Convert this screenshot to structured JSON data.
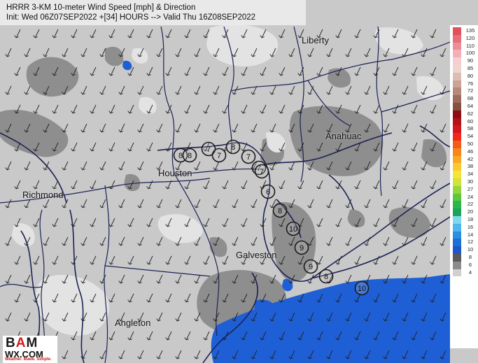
{
  "header": {
    "title_line1": "HRRR 3-KM 10-meter Wind Speed [mph] & Direction",
    "title_line2": "Init: Wed 06Z07SEP2022 +[34] HOURS --> Valid Thu 16Z08SEP2022"
  },
  "cities": [
    {
      "key": "liberty",
      "label": "Liberty"
    },
    {
      "key": "anahuac",
      "label": "Anahuac"
    },
    {
      "key": "houston",
      "label": "Houston"
    },
    {
      "key": "richmond",
      "label": "Richmond"
    },
    {
      "key": "galveston",
      "label": "Galveston"
    },
    {
      "key": "angleton",
      "label": "Angleton"
    }
  ],
  "legend": {
    "items": [
      {
        "value": "135",
        "color": "#e0515a"
      },
      {
        "value": "120",
        "color": "#e6707a"
      },
      {
        "value": "110",
        "color": "#ec8e97"
      },
      {
        "value": "100",
        "color": "#f2b0b6"
      },
      {
        "value": "90",
        "color": "#f6cdd0"
      },
      {
        "value": "85",
        "color": "#eed5d0"
      },
      {
        "value": "80",
        "color": "#dcbdb4"
      },
      {
        "value": "76",
        "color": "#c9a497"
      },
      {
        "value": "72",
        "color": "#b58a7b"
      },
      {
        "value": "68",
        "color": "#9c6c5d"
      },
      {
        "value": "64",
        "color": "#84523f"
      },
      {
        "value": "62",
        "color": "#8f0d14"
      },
      {
        "value": "60",
        "color": "#b3121b"
      },
      {
        "value": "58",
        "color": "#d4161f"
      },
      {
        "value": "54",
        "color": "#ee2a1e"
      },
      {
        "value": "50",
        "color": "#f45a18"
      },
      {
        "value": "46",
        "color": "#f7861b"
      },
      {
        "value": "42",
        "color": "#f9a825"
      },
      {
        "value": "38",
        "color": "#fbc830"
      },
      {
        "value": "34",
        "color": "#f7e43a"
      },
      {
        "value": "30",
        "color": "#cfe438"
      },
      {
        "value": "27",
        "color": "#96d63a"
      },
      {
        "value": "24",
        "color": "#5ec83c"
      },
      {
        "value": "22",
        "color": "#2fb64a"
      },
      {
        "value": "20",
        "color": "#1da35a"
      },
      {
        "value": "18",
        "color": "#7fd8f0"
      },
      {
        "value": "16",
        "color": "#4fb7ec"
      },
      {
        "value": "14",
        "color": "#2a8fe3"
      },
      {
        "value": "12",
        "color": "#1e6fd6"
      },
      {
        "value": "10",
        "color": "#1d57c9"
      },
      {
        "value": "8",
        "color": "#5a5a5a"
      },
      {
        "value": "6",
        "color": "#8c8c8c"
      },
      {
        "value": "4",
        "color": "#d0d0d0"
      }
    ]
  },
  "wind_labels": [
    "8",
    "8",
    "7",
    "7",
    "8",
    "7",
    "7",
    "7",
    "6",
    "8",
    "10",
    "9",
    "9",
    "8",
    "10"
  ],
  "logo": {
    "line1_a": "B",
    "line1_b": "A",
    "line1_c": "M",
    "line2": "WX.COM",
    "tagline": "Weather. Made. Simple."
  },
  "colors": {
    "land_light": "#c9c9c9",
    "land_dark": "#8d8d8d",
    "land_pale": "#e3e3e3",
    "water_blue": "#1f5fd6",
    "boundary_navy": "#1b2255"
  }
}
